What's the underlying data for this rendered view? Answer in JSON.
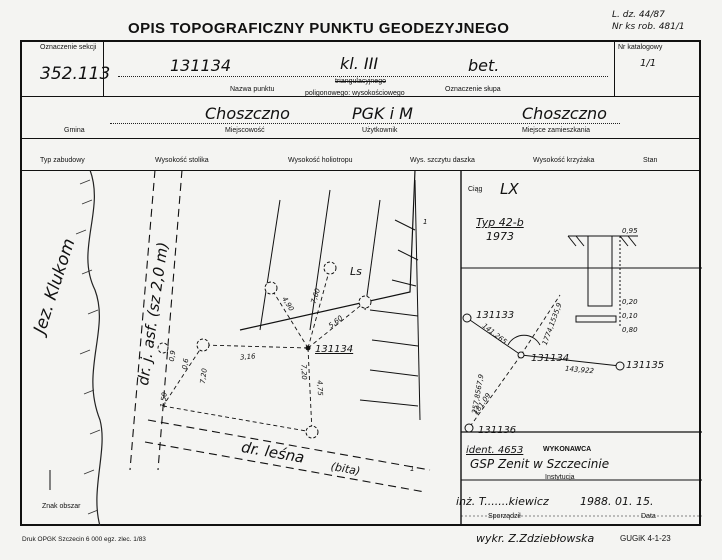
{
  "header": {
    "title": "OPIS TOPOGRAFICZNY PUNKTU GEODEZYJNEGO",
    "ref_line1": "L. dz. 44/87",
    "ref_line2": "Nr ks rob. 481/1"
  },
  "row1": {
    "section_label": "Oznaczenie sekcji",
    "section_value": "352.113",
    "point_name_value": "131134",
    "class_value": "kl. III",
    "pillar_value": "bet.",
    "point_name_label": "Nazwa punktu",
    "network_label_1": "triangulacyjnego",
    "network_label_2": "poligonowego: wysokościowego",
    "pillar_label": "Oznaczenie słupa",
    "catalog_label": "Nr katalogowy",
    "catalog_value": "1/1"
  },
  "row2": {
    "gmina_value": "Choszczno",
    "locality_value": "PGK i M",
    "location_value": "Choszczno",
    "gmina_label": "Gmina",
    "locality_label": "Miejscowość",
    "user_label": "Użytkownik",
    "location_label": "Miejsce zamieszkania"
  },
  "row3": {
    "col1": "Typ zabudowy",
    "col2": "Wysokość stolika",
    "col3": "Wysokość holiotropu",
    "col4": "Wys. szczytu daszka",
    "col5": "Wysokość krzyżaka",
    "col6": "Stan"
  },
  "sketch": {
    "lake": "Jez. Klukom",
    "road1": "dr. j. asf. (sz 2,0 m)",
    "road2": "dr. leśna",
    "road2_note": "(bita)",
    "forest": "Ls",
    "center_point": "131134",
    "m1": "4,90",
    "m2": "7,60",
    "m3": "5,60",
    "m4": "3,16",
    "m5": "7,20",
    "m6": "4,75",
    "m7": "7,20",
    "m8": "0,9",
    "m9": "0,6",
    "m10": "1,50",
    "m11": "1",
    "m12": "1",
    "north_label": "Znak obszar"
  },
  "right_panel": {
    "ciag_label": "Ciąg",
    "ciag_value": "LX",
    "typ_value": "Typ 42-b",
    "year_value": "1973",
    "d1": "0,95",
    "d2": "0,20",
    "d3": "0,10",
    "d4": "0,80",
    "p1": "131133",
    "p2": "131134",
    "p3": "131135",
    "p4": "131136",
    "a1": "257,8567,9",
    "a2": "141,265",
    "a3": "1774,1535,9",
    "a4": "143,922",
    "a5": "181,09"
  },
  "execution": {
    "ident_value": "ident. 4653",
    "executor_label": "WYKONAWCA",
    "institution_value": "GSP Zenit w Szczecinie",
    "institution_label": "Instytucja",
    "author_value": "inż. T.......kiewicz",
    "date_value": "1988. 01. 15.",
    "author_label": "Sporządził",
    "date_label": "Data"
  },
  "footer": {
    "print_info": "Druk OPGK Szczecin 6 000 egz. zlec. 1/83",
    "wykr": "wykr. Z.Zdziebłowska",
    "form_code": "GUGiK 4-1-23"
  }
}
